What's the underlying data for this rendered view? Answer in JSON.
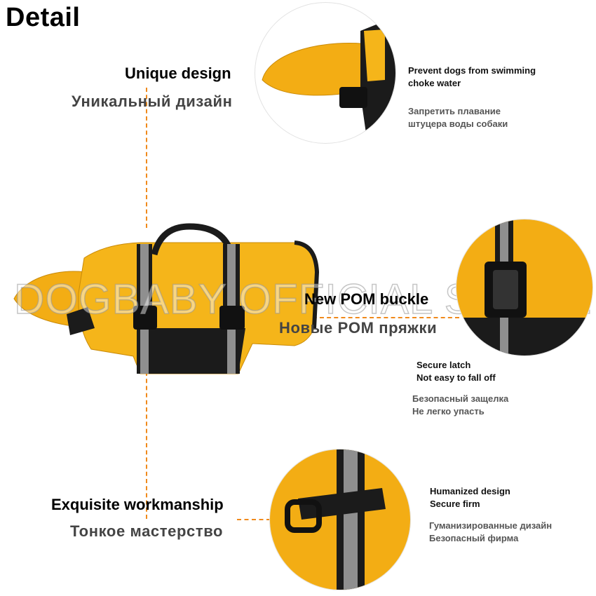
{
  "header": {
    "title": "Detail"
  },
  "features": {
    "unique": {
      "title_en": "Unique design",
      "title_ru": "Уникальный дизайн",
      "note_en": [
        "Prevent dogs from swimming",
        "choke water"
      ],
      "note_ru": [
        "Запретить плавание",
        "штуцера воды собаки"
      ]
    },
    "buckle": {
      "title_en": "New POM buckle",
      "title_ru": "Новые POM пряжки",
      "note_en": [
        "Secure latch",
        "Not easy to fall off"
      ],
      "note_ru": [
        "Безопасный защелка",
        "Не легко упасть"
      ]
    },
    "workmanship": {
      "title_en": "Exquisite workmanship",
      "title_ru": "Тонкое мастерство",
      "note_en": [
        "Humanized design",
        "Secure firm"
      ],
      "note_ru": [
        "Гуманизированные дизайн",
        "Безопасный фирма"
      ]
    }
  },
  "watermark": "DOGBABY OFFICIAL STORE",
  "colors": {
    "vest_yellow": "#f3ad14",
    "strap_black": "#1b1b1b",
    "reflective_gray": "#8f8f8f",
    "guide_orange": "#f08a1c"
  },
  "images": {
    "main_vest": "dog-life-vest-photo",
    "fin_closeup": "shark-fin-closeup",
    "buckle_closeup": "pom-buckle-closeup",
    "handle_closeup": "handle-loop-closeup"
  }
}
